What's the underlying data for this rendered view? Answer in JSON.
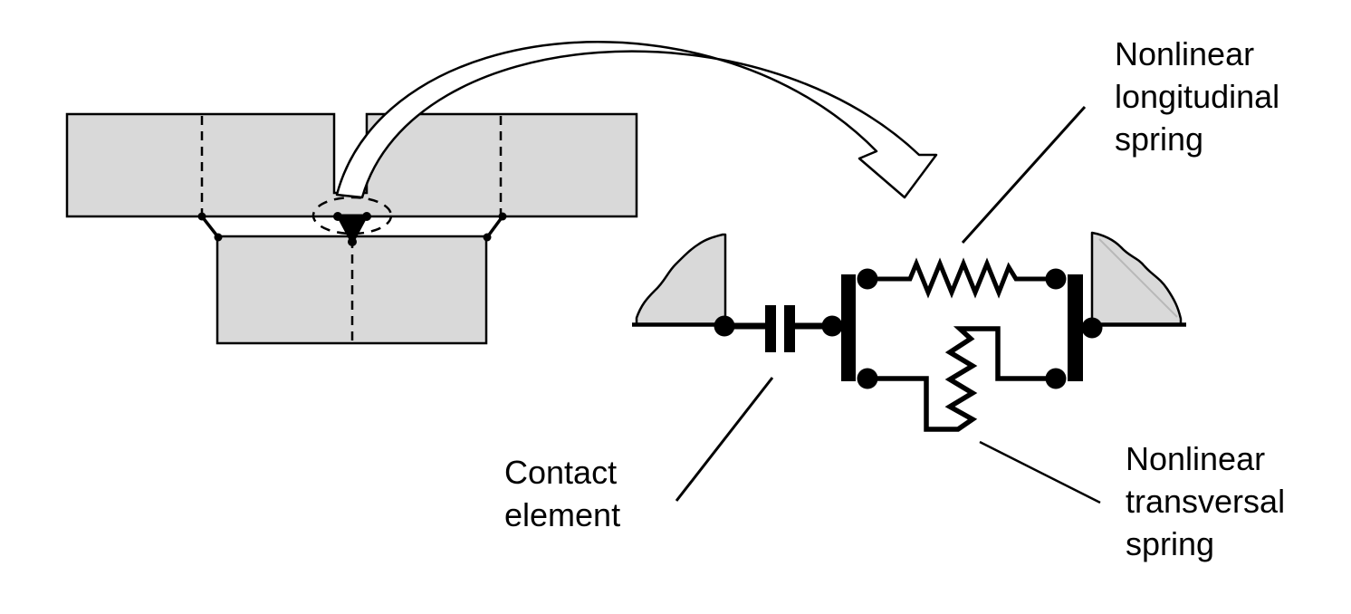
{
  "figure": {
    "type": "mechanical-model-diagram",
    "colors": {
      "background": "#ffffff",
      "ink": "#000000",
      "block_fill": "#d9d9d9",
      "fragment_highlight": "#b8b8b8"
    },
    "labels": {
      "longitudinal_spring": {
        "lines": [
          "Nonlinear",
          "longitudinal",
          "spring"
        ]
      },
      "contact_element": {
        "lines": [
          "Contact",
          "element"
        ]
      },
      "transversal_spring": {
        "lines": [
          "Nonlinear",
          "transversal",
          "spring"
        ]
      }
    },
    "components": [
      "masonry-joint-section",
      "detail-zoom-arrow",
      "contact-element-symbol",
      "nonlinear-longitudinal-spring-symbol",
      "nonlinear-transversal-spring-symbol"
    ]
  }
}
